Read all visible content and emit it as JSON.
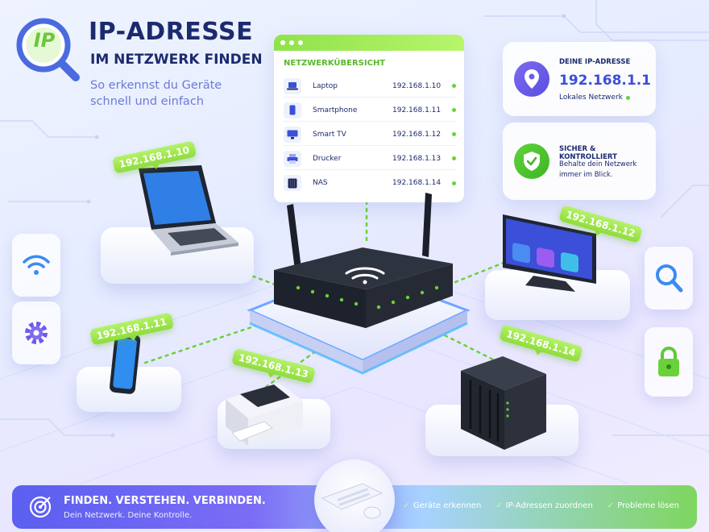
{
  "header": {
    "logo_text": "IP",
    "title": "IP-ADRESSE",
    "subtitle": "IM NETZWERK FINDEN",
    "tagline": "So erkennst du Geräte schnell und einfach"
  },
  "overview": {
    "title": "NETZWERKÜBERSICHT",
    "devices": [
      {
        "name": "Laptop",
        "ip": "192.168.1.10",
        "icon": "laptop-icon"
      },
      {
        "name": "Smartphone",
        "ip": "192.168.1.11",
        "icon": "smartphone-icon"
      },
      {
        "name": "Smart TV",
        "ip": "192.168.1.12",
        "icon": "tv-icon"
      },
      {
        "name": "Drucker",
        "ip": "192.168.1.13",
        "icon": "printer-icon"
      },
      {
        "name": "NAS",
        "ip": "192.168.1.14",
        "icon": "nas-icon"
      }
    ]
  },
  "ip_card": {
    "label": "DEINE IP-ADRESSE",
    "value": "192.168.1.1",
    "sub": "Lokales Netzwerk"
  },
  "security_card": {
    "label": "SICHER & KONTROLLIERT",
    "sub": "Behalte dein Netzwerk immer im Blick."
  },
  "tags": {
    "laptop": "192.168.1.10",
    "phone": "192.168.1.11",
    "tv": "192.168.1.12",
    "printer": "192.168.1.13",
    "nas": "192.168.1.14"
  },
  "bottom": {
    "slogan": "FINDEN. VERSTEHEN. VERBINDEN.",
    "slogan_sub": "Dein Netzwerk. Deine Kontrolle.",
    "features": [
      "Geräte erkennen",
      "IP-Adressen zuordnen",
      "Probleme lösen"
    ]
  },
  "colors": {
    "navy": "#1c2a6e",
    "accent_blue": "#3b4fd8",
    "accent_green": "#8fdc3c",
    "accent_purple": "#6c5ce7"
  }
}
